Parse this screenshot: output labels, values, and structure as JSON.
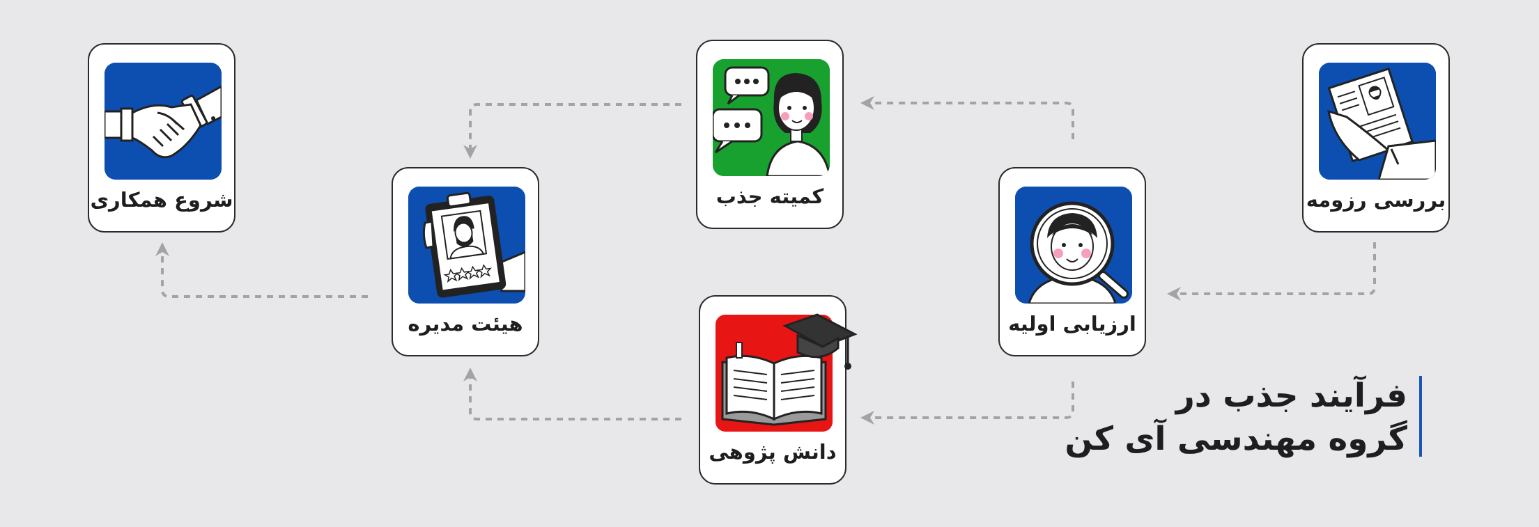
{
  "title": {
    "line1": "فرآیند جذب در",
    "line2": "گروه مهندسی آی کن"
  },
  "steps": [
    {
      "label": "بررسی رزومه",
      "icon": "resume-review-icon",
      "color": "#0d4fb0"
    },
    {
      "label": "ارزیابی اولیه",
      "icon": "magnifier-person-icon",
      "color": "#0d4fb0"
    },
    {
      "label": "کمیته جذب",
      "icon": "chat-person-icon",
      "color": "#18a12f"
    },
    {
      "label": "دانش پژوهی",
      "icon": "book-graduation-cap-icon",
      "color": "#e81515"
    },
    {
      "label": "هیئت مدیره",
      "icon": "clipboard-rating-icon",
      "color": "#0d4fb0"
    },
    {
      "label": "شروع همکاری",
      "icon": "handshake-icon",
      "color": "#0d4fb0"
    }
  ],
  "colors": {
    "background": "#e8e7ea",
    "accent": "#1c55b5",
    "connector": "#a3a3a6"
  }
}
